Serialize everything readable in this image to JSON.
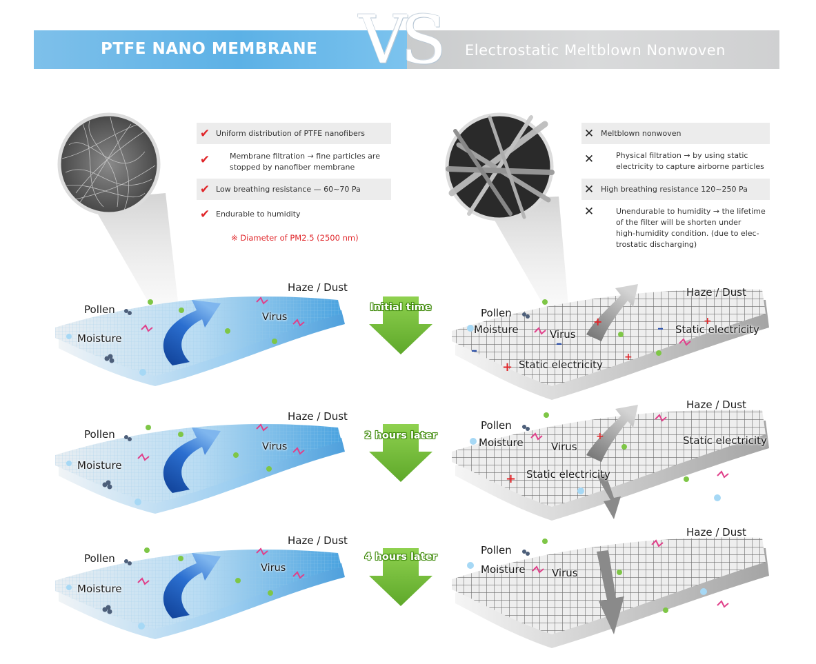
{
  "header": {
    "left_title": "PTFE NANO MEMBRANE",
    "vs": "VS",
    "right_title": "Electrostatic Meltblown Nonwoven"
  },
  "left_features": [
    {
      "mark": "check",
      "lines": [
        "Uniform distribution of PTFE nanofibers"
      ]
    },
    {
      "mark": "check",
      "lines": [
        "Membrane filtration → fine particles are",
        "stopped by nanofiber membrane"
      ]
    },
    {
      "mark": "check",
      "lines": [
        "Low breathing resistance — 60~70 Pa"
      ]
    },
    {
      "mark": "check",
      "lines": [
        "Endurable to humidity"
      ]
    }
  ],
  "left_note": "※ Diameter of PM2.5 (2500 nm)",
  "right_features": [
    {
      "mark": "cross",
      "lines": [
        "Meltblown nonwoven"
      ]
    },
    {
      "mark": "cross",
      "lines": [
        "Physical filtration → by using static",
        "electricity to capture airborne particles"
      ]
    },
    {
      "mark": "cross",
      "lines": [
        "High breathing resistance 120~250 Pa"
      ]
    },
    {
      "mark": "cross",
      "lines": [
        "Unendurable to humidity → the lifetime",
        "of the filter will be shorten under",
        "high-humidity condition. (due to elec-",
        "trostatic discharging)"
      ]
    }
  ],
  "marks": {
    "check": "✔",
    "cross": "✕"
  },
  "stages": [
    "Initial time",
    "2 hours later",
    "4 hours later"
  ],
  "labels": {
    "pollen": "Pollen",
    "moisture": "Moisture",
    "haze_dust": "Haze / Dust",
    "virus": "Virus",
    "static": "Static electricity"
  },
  "colors": {
    "ptfe_blue": "#5cb1e6",
    "meltblown_grey": "#cfd0d1",
    "stage_green": "#7dc242",
    "check_red": "#e0262a",
    "arrow_blue": "#1e5bb8"
  },
  "icons": {
    "check": "check-icon",
    "cross": "cross-icon",
    "arrow": "filter-airflow-arrow-icon",
    "down": "stage-down-arrow-icon"
  }
}
